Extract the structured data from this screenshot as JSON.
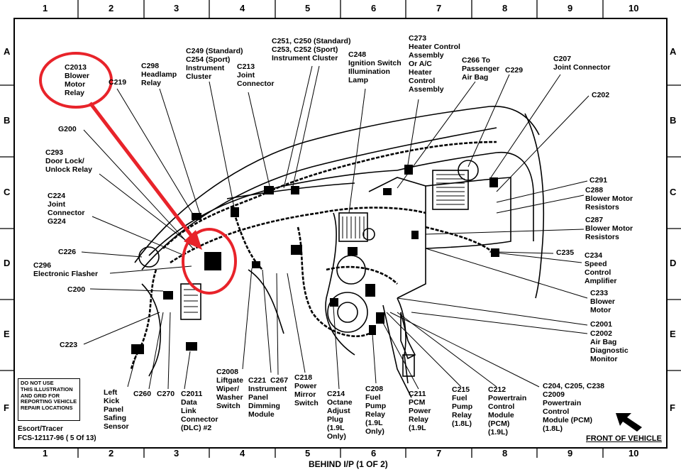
{
  "grid": {
    "columns": [
      "1",
      "2",
      "3",
      "4",
      "5",
      "6",
      "7",
      "8",
      "9",
      "10"
    ],
    "rows": [
      "A",
      "B",
      "C",
      "D",
      "E",
      "F"
    ]
  },
  "labels": {
    "c2013": "C2013\nBlower\nMotor\nRelay",
    "c219": "C219",
    "c298": "C298\nHeadlamp\nRelay",
    "c249": "C249 (Standard)\nC254 (Sport)\nInstrument\nCluster",
    "c213": "C213\nJoint\nConnector",
    "c251": "C251, C250 (Standard)\nC253, C252 (Sport)\nInstrument Cluster",
    "c248": "C248\nIgnition Switch\nIllumination\nLamp",
    "c273": "C273\nHeater Control\nAssembly\nOr A/C\nHeater\nControl\nAssembly",
    "c266": "C266 To\nPassenger\nAir Bag",
    "c229": "C229",
    "c207": "C207\nJoint Connector",
    "c202": "C202",
    "g200": "G200",
    "c293": "C293\nDoor Lock/\nUnlock Relay",
    "c224": "C224\nJoint\nConnector\nG224",
    "c226": "C226",
    "c296": "C296\nElectronic Flasher",
    "c200": "C200",
    "c223": "C223",
    "c291": "C291",
    "c288": "C288\nBlower Motor\nResistors",
    "c287": "C287\nBlower Motor\nResistors",
    "c235": "C235",
    "c234": "C234\nSpeed\nControl\nAmplifier",
    "c233": "C233\nBlower\nMotor",
    "c2001": "C2001",
    "c2002": "C2002\nAir Bag\nDiagnostic\nMonitor",
    "c204": "C204, C205, C238\nC2009\nPowertrain\nControl\nModule (PCM)\n(1.8L)",
    "left_kick": "Left\nKick\nPanel\nSafing\nSensor",
    "c260": "C260",
    "c270": "C270",
    "c2011": "C2011\nData\nLink\nConnector\n(DLC) #2",
    "c2008": "C2008\nLiftgate\nWiper/\nWasher\nSwitch",
    "c221": "C221\nInstrument\nPanel\nDimming\nModule",
    "c267": "C267",
    "c218": "C218\nPower\nMirror\nSwitch",
    "c214": "C214\nOctane\nAdjust\nPlug\n(1.9L\nOnly)",
    "c208": "C208\nFuel\nPump\nRelay\n(1.9L\nOnly)",
    "c211": "C211\nPCM\nPower\nRelay\n(1.9L",
    "c215": "C215\nFuel\nPump\nRelay\n(1.8L)",
    "c212": "C212\nPowertrain\nControl\nModule\n(PCM)\n(1.9L)"
  },
  "notice": "DO NOT USE\nTHIS ILLUSTRATION\nAND GRID FOR\nREPORTING VEHICLE\nREPAIR LOCATIONS",
  "footer_model": "Escort/Tracer",
  "footer_code": "FCS-12117-96 ( 5 Of 13)",
  "front_label": "FRONT OF VEHICLE",
  "bottom_title": "BEHIND I/P (1 OF 2)",
  "colors": {
    "highlight": "#e8232a",
    "ink": "#000000"
  }
}
